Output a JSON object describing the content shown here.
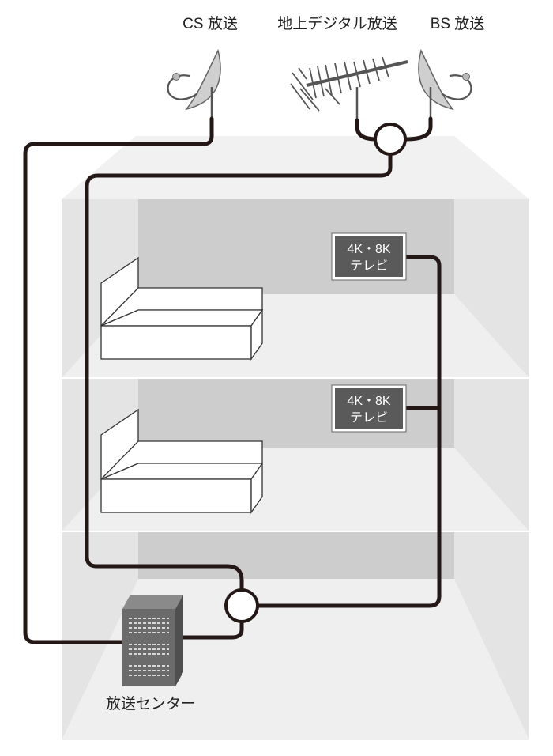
{
  "labels": {
    "cs": "CS 放送",
    "terrestrial": "地上デジタル放送",
    "bs": "BS 放送",
    "center": "放送センター"
  },
  "tv_units": [
    {
      "line1": "4K・8K",
      "line2": "テレビ"
    },
    {
      "line1": "4K・8K",
      "line2": "テレビ"
    }
  ],
  "colors": {
    "cable": "#231815",
    "building_light": "#eeeeee",
    "building_side": "#e2e2e2",
    "back_wall": "#cfcfcf",
    "tv_fill": "#5a5a5a",
    "server_fill": "#6b6b6b"
  }
}
